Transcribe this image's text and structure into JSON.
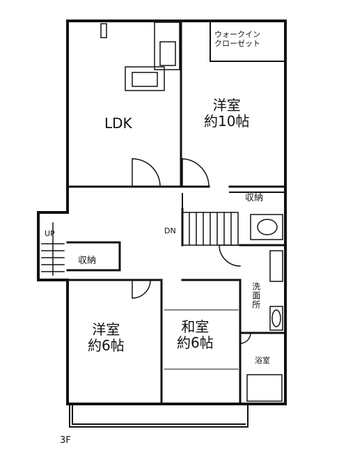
{
  "floor_label": "3F",
  "rooms": {
    "ldk": "LDK",
    "western_large": "洋室\n約10帖",
    "western_small": "洋室\n約6帖",
    "japanese": "和室\n約6帖",
    "walk_in_closet": "ウォークイン\nクローゼット",
    "storage_right": "収納",
    "storage_left": "収納",
    "washroom": "洗面所",
    "bathroom": "浴室"
  },
  "stairs": {
    "up": "UP",
    "down": "DN"
  },
  "colors": {
    "line": "#111111",
    "background": "#ffffff"
  }
}
